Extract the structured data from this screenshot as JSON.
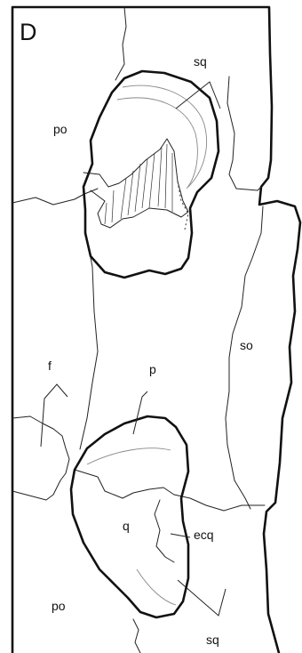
{
  "panel": {
    "letter": "D"
  },
  "labels": {
    "sq_top": "sq",
    "po_top": "po",
    "so": "so",
    "f": "f",
    "p": "p",
    "q": "q",
    "ecq": "ecq",
    "po_bottom": "po",
    "sq_bottom": "sq"
  },
  "colors": {
    "background": "#ffffff",
    "line": "#111111"
  }
}
